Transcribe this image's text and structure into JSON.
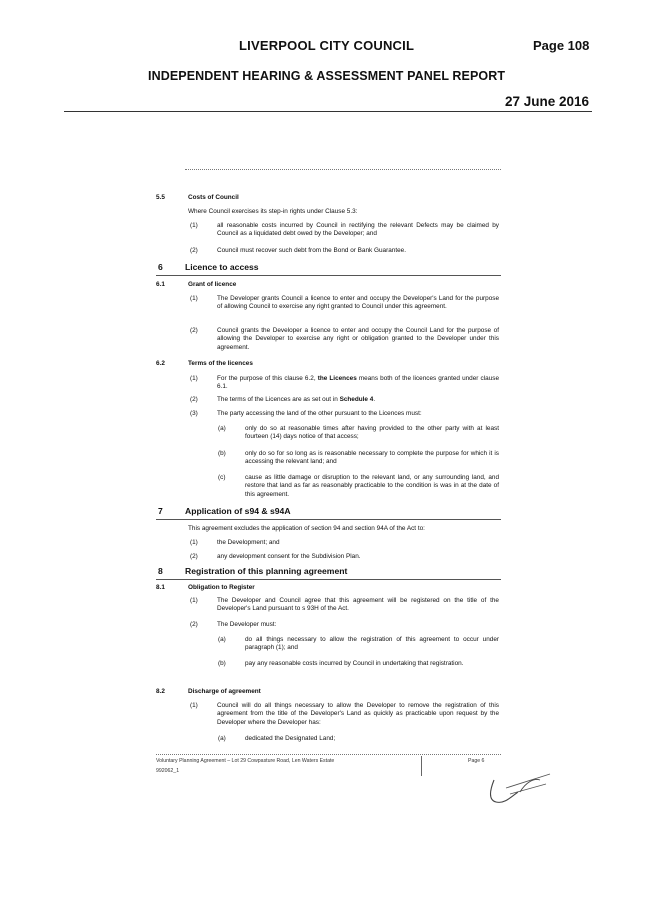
{
  "header": {
    "council": "LIVERPOOL CITY COUNCIL",
    "page": "Page 108",
    "report": "INDEPENDENT HEARING & ASSESSMENT PANEL REPORT",
    "date": "27 June 2016"
  },
  "doc": {
    "s55": {
      "num": "5.5",
      "title": "Costs of Council",
      "intro": "Where Council exercises its step-in rights under Clause 5.3:",
      "p1n": "(1)",
      "p1": "all reasonable costs incurred by Council in rectifying the relevant Defects may be claimed by Council as a liquidated debt owed by the Developer; and",
      "p2n": "(2)",
      "p2": "Council must recover such debt from the Bond or Bank Guarantee."
    },
    "s6": {
      "num": "6",
      "title": "Licence to access"
    },
    "s61": {
      "num": "6.1",
      "title": "Grant of licence",
      "p1n": "(1)",
      "p1": "The Developer grants Council a licence to enter and occupy the Developer's Land for the purpose of allowing Council to exercise any right granted to Council under this agreement.",
      "p2n": "(2)",
      "p2": "Council grants the Developer a licence to enter and occupy the Council Land for the purpose of allowing the Developer to exercise any right or obligation granted to the Developer under this agreement."
    },
    "s62": {
      "num": "6.2",
      "title": "Terms of the licences",
      "p1n": "(1)",
      "p1a": "For the purpose of this clause 6.2, ",
      "p1b": "the Licences",
      "p1c": " means both of the licences granted under clause 6.1.",
      "p2n": "(2)",
      "p2a": "The terms of the Licences are as set out in ",
      "p2b": "Schedule 4",
      "p2c": ".",
      "p3n": "(3)",
      "p3": "The party accessing the land of the other pursuant to the Licences must:",
      "an": "(a)",
      "a": "only do so at reasonable times after having provided to the other party with at least fourteen (14) days notice of that access;",
      "bn": "(b)",
      "b": "only do so for so long as is reasonable necessary to complete the purpose for which it is accessing the relevant land; and",
      "cn": "(c)",
      "c": "cause as little damage or disruption to the relevant land, or any surrounding land, and restore that land as far as reasonably practicable to the condition is was in at the date of this agreement."
    },
    "s7": {
      "num": "7",
      "title": "Application of s94 & s94A",
      "intro": "This agreement excludes the application of section 94 and section 94A of the Act to:",
      "p1n": "(1)",
      "p1": "the Development; and",
      "p2n": "(2)",
      "p2": "any development consent for the Subdivision Plan."
    },
    "s8": {
      "num": "8",
      "title": "Registration of this planning agreement"
    },
    "s81": {
      "num": "8.1",
      "title": "Obligation to Register",
      "p1n": "(1)",
      "p1": "The Developer and Council agree that this agreement will be registered on the title of the Developer's Land pursuant to s 93H of the Act.",
      "p2n": "(2)",
      "p2": "The Developer must:",
      "an": "(a)",
      "a": "do all things necessary to allow the registration of this agreement to occur under paragraph (1); and",
      "bn": "(b)",
      "b": "pay any reasonable costs incurred by Council in undertaking that registration."
    },
    "s82": {
      "num": "8.2",
      "title": "Discharge of agreement",
      "p1n": "(1)",
      "p1": "Council will do all things necessary to allow the Developer to remove the registration of this agreement from the title of the Developer's Land as quickly as practicable upon request by the Developer where the Developer has:",
      "an": "(a)",
      "a": "dedicated the Designated Land;"
    }
  },
  "footer": {
    "left": "Voluntary Planning Agreement – Lot 29 Cowpasture Road, Len Waters Estate",
    "ref": "992062_1",
    "page": "Page 6"
  }
}
